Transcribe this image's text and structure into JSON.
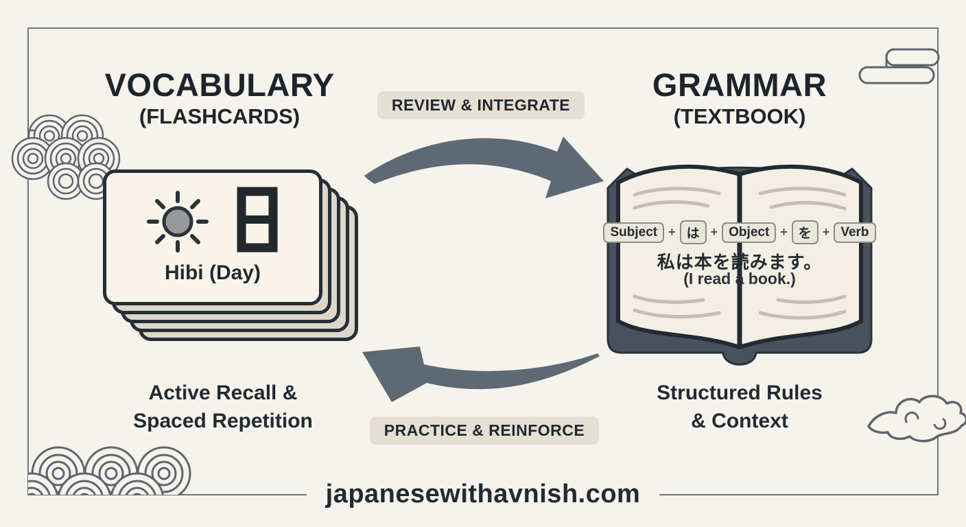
{
  "titles": {
    "left_title": "VOCABULARY",
    "left_subtitle": "(FLASHCARDS)",
    "right_title": "GRAMMAR",
    "right_subtitle": "(TEXTBOOK)"
  },
  "cycle": {
    "top_label": "REVIEW & INTEGRATE",
    "bottom_label": "PRACTICE & REINFORCE"
  },
  "flashcard": {
    "icon": "sun-icon",
    "kanji": "日",
    "reading": "Hibi (Day)",
    "caption_line1": "Active Recall &",
    "caption_line2": "Spaced Repetition"
  },
  "book": {
    "formula": [
      "Subject",
      "+",
      "は",
      "+",
      "Object",
      "+",
      "を",
      "+",
      "Verb"
    ],
    "sentence_jp": "私は本を読みます。",
    "sentence_en": "(I read a book.)",
    "caption_line1": "Structured Rules",
    "caption_line2": "& Context"
  },
  "footer": {
    "website": "japanesewithavnish.com"
  },
  "decorations": {
    "top_left": "seigaiha-wave-pattern",
    "bottom_left": "seigaiha-wave-pattern",
    "top_right": "angular-cloud-motif",
    "bottom_right": "spiral-cloud-motif"
  },
  "colors": {
    "background": "#f5f3ec",
    "ink": "#1f262e",
    "slate_arrow": "#5d6973",
    "frame_line": "#6e767e",
    "badge_bg": "#e5e0d3",
    "card_fill": "#f8f4ea",
    "card_stack_fill": "#dcd7ca",
    "card_border": "#262e36",
    "book_cover": "#49525c",
    "page_fill": "#f3efe5",
    "page_line": "#c3bfb4"
  }
}
